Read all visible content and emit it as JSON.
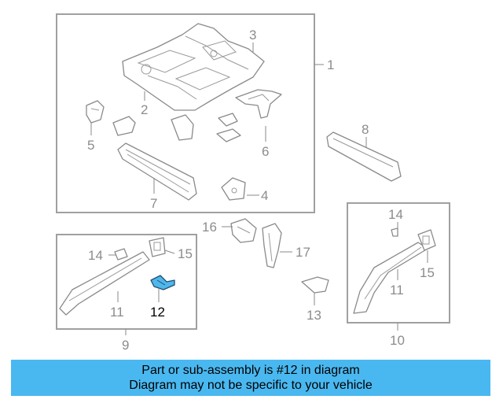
{
  "diagram": {
    "callouts": {
      "c1": "1",
      "c2": "2",
      "c3": "3",
      "c4": "4",
      "c5": "5",
      "c6": "6",
      "c7": "7",
      "c8": "8",
      "c9": "9",
      "c10": "10",
      "c11a": "11",
      "c11b": "11",
      "c12": "12",
      "c13": "13",
      "c14a": "14",
      "c14b": "14",
      "c15a": "15",
      "c15b": "15",
      "c16": "16",
      "c17": "17"
    },
    "highlight_color": "#4fb7ea",
    "active_label_color": "#000000",
    "inactive_label_color": "#8c8c8c"
  },
  "banner": {
    "line1": "Part or sub-assembly is #12 in diagram",
    "line2": "Diagram may not be specific to your vehicle",
    "background": "#4ab8f0"
  }
}
